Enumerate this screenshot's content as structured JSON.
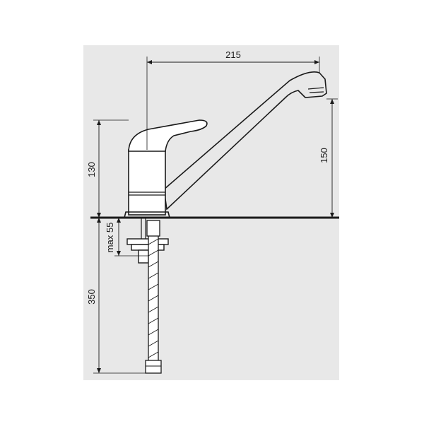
{
  "diagram": {
    "dimensions": {
      "spout_reach": "215",
      "spout_height": "150",
      "body_height": "130",
      "max_thickness": "max 55",
      "hose_length": "350"
    },
    "colors": {
      "background": "#ffffff",
      "panel": "#e8e8e8",
      "line": "#1a1a1a"
    }
  }
}
